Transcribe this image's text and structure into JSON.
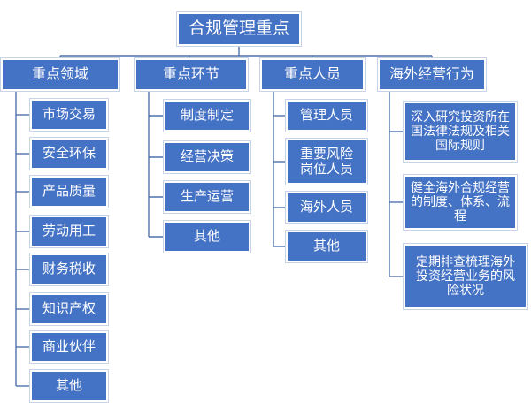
{
  "root": "合规管理重点",
  "categories": [
    {
      "label": "重点领域",
      "items": [
        "市场交易",
        "安全环保",
        "产品质量",
        "劳动用工",
        "财务税收",
        "知识产权",
        "商业伙伴",
        "其他"
      ]
    },
    {
      "label": "重点环节",
      "items": [
        "制度制定",
        "经营决策",
        "生产运营",
        "其他"
      ]
    },
    {
      "label": "重点人员",
      "items": [
        "管理人员",
        "重要风险岗位人员",
        "海外人员",
        "其他"
      ]
    },
    {
      "label": "海外经营行为",
      "items": [
        "深入研究投资所在国法律法规及相关国际规则",
        "健全海外合规经营的制度、体系、流程",
        "定期排查梳理海外投资经营业务的风险状况"
      ]
    }
  ],
  "colors": {
    "box_fill": "#4472c4",
    "connector": "#4f71ad"
  }
}
